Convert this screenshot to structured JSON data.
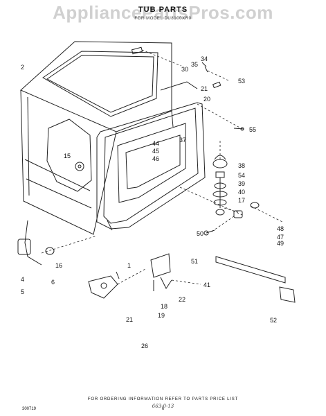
{
  "watermark": "AppliancePartsPros.com",
  "header": {
    "title": "TUB PARTS",
    "model": "FOR MODEL DU8100XR0"
  },
  "callouts": [
    "2",
    "30",
    "35",
    "34",
    "53",
    "21",
    "20",
    "55",
    "15",
    "44",
    "45",
    "37",
    "46",
    "38",
    "54",
    "39",
    "40",
    "17",
    "48",
    "47",
    "49",
    "50",
    "51",
    "16",
    "4",
    "5",
    "1",
    "6",
    "41",
    "22",
    "18",
    "19",
    "21",
    "26",
    "52"
  ],
  "footer": {
    "note": "FOR ORDERING INFORMATION REFER TO PARTS PRICE LIST",
    "code": "300719",
    "page": "6",
    "handwritten": "663-0-13"
  }
}
